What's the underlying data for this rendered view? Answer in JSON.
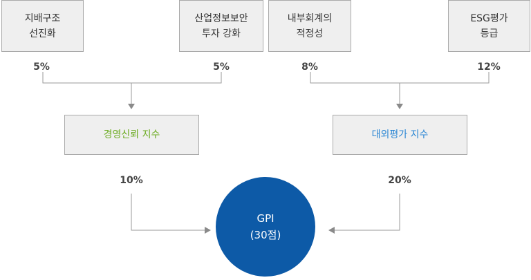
{
  "top_boxes": [
    {
      "label": "지배구조\n선진화",
      "weight": "5%"
    },
    {
      "label": "산업정보보안\n투자 강화",
      "weight": "5%"
    },
    {
      "label": "내부회계의\n적정성",
      "weight": "8%"
    },
    {
      "label": "ESG평가\n등급",
      "weight": "12%"
    }
  ],
  "mid_boxes": [
    {
      "label": "경영신뢰 지수",
      "weight": "10%",
      "color": "#6aaa1e"
    },
    {
      "label": "대외평가 지수",
      "weight": "20%",
      "color": "#2a86d4"
    }
  ],
  "result": {
    "title": "GPI",
    "subtitle": "(30점)",
    "color": "#0d5aa7"
  },
  "colors": {
    "line": "#999999",
    "box_fill": "#efefef",
    "box_border": "#a9a9a9"
  }
}
